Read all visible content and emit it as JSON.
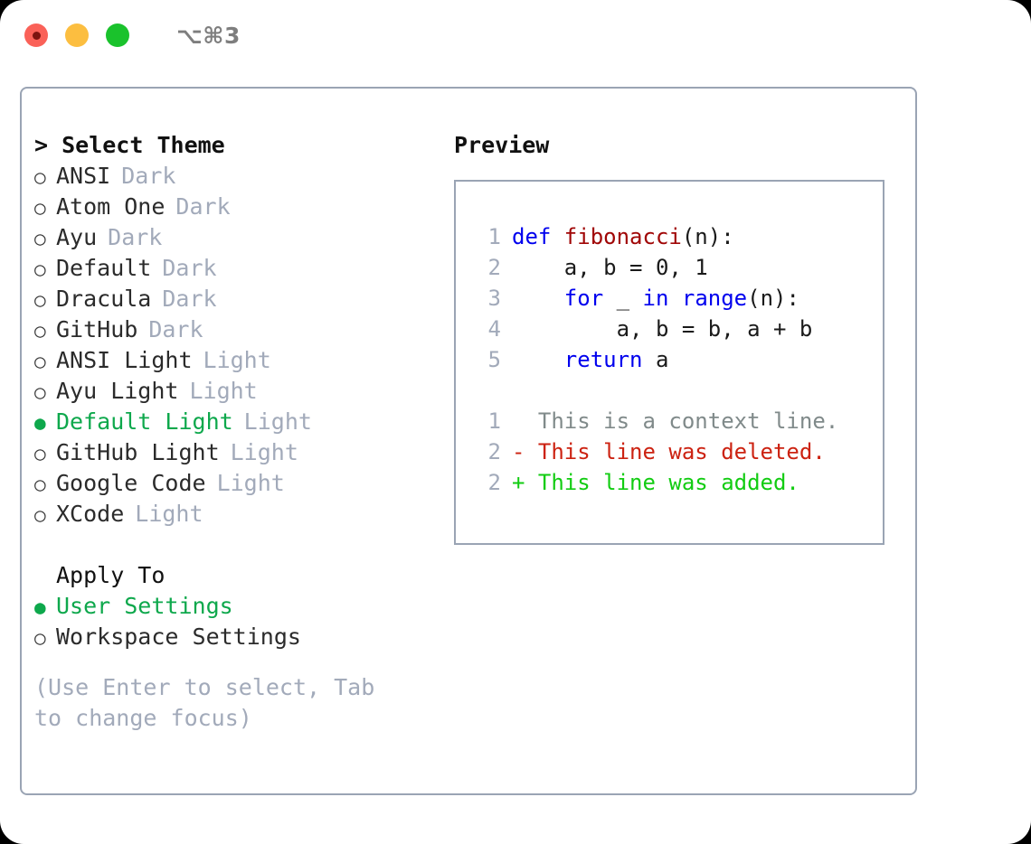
{
  "titlebar": {
    "shortcut": "⌥⌘3",
    "buttons": [
      {
        "name": "close",
        "color": "#fa6158"
      },
      {
        "name": "minimize",
        "color": "#fcbe40"
      },
      {
        "name": "zoom",
        "color": "#1ac22c"
      }
    ]
  },
  "left": {
    "title": "> Select Theme",
    "themes": [
      {
        "marker": "○",
        "label": "ANSI",
        "tag": "Dark",
        "selected": false
      },
      {
        "marker": "○",
        "label": "Atom One",
        "tag": "Dark",
        "selected": false
      },
      {
        "marker": "○",
        "label": "Ayu",
        "tag": "Dark",
        "selected": false
      },
      {
        "marker": "○",
        "label": "Default",
        "tag": "Dark",
        "selected": false
      },
      {
        "marker": "○",
        "label": "Dracula",
        "tag": "Dark",
        "selected": false
      },
      {
        "marker": "○",
        "label": "GitHub",
        "tag": "Dark",
        "selected": false
      },
      {
        "marker": "○",
        "label": "ANSI Light",
        "tag": "Light",
        "selected": false
      },
      {
        "marker": "○",
        "label": "Ayu Light",
        "tag": "Light",
        "selected": false
      },
      {
        "marker": "●",
        "label": "Default Light",
        "tag": "Light",
        "selected": true
      },
      {
        "marker": "○",
        "label": "GitHub Light",
        "tag": "Light",
        "selected": false
      },
      {
        "marker": "○",
        "label": "Google Code",
        "tag": "Light",
        "selected": false
      },
      {
        "marker": "○",
        "label": "XCode",
        "tag": "Light",
        "selected": false
      }
    ],
    "apply_to_title": "Apply To",
    "apply_to": [
      {
        "marker": "●",
        "label": "User Settings",
        "selected": true
      },
      {
        "marker": "○",
        "label": "Workspace Settings",
        "selected": false
      }
    ],
    "hint": "(Use Enter to select, Tab to change focus)"
  },
  "right": {
    "title": "Preview",
    "code": [
      {
        "no": "1",
        "tokens": [
          {
            "t": "def ",
            "k": "kw"
          },
          {
            "t": "fibonacci",
            "k": "fn"
          },
          {
            "t": "(n):",
            "k": "plain"
          }
        ]
      },
      {
        "no": "2",
        "tokens": [
          {
            "t": "    a, b = 0, 1",
            "k": "plain"
          }
        ]
      },
      {
        "no": "3",
        "tokens": [
          {
            "t": "    ",
            "k": "plain"
          },
          {
            "t": "for",
            "k": "kw"
          },
          {
            "t": " _ ",
            "k": "plain"
          },
          {
            "t": "in",
            "k": "kw"
          },
          {
            "t": " ",
            "k": "plain"
          },
          {
            "t": "range",
            "k": "kw"
          },
          {
            "t": "(n):",
            "k": "plain"
          }
        ]
      },
      {
        "no": "4",
        "tokens": [
          {
            "t": "        a, b = b, a + b",
            "k": "plain"
          }
        ]
      },
      {
        "no": "5",
        "tokens": [
          {
            "t": "    ",
            "k": "plain"
          },
          {
            "t": "return",
            "k": "kw"
          },
          {
            "t": " a",
            "k": "plain"
          }
        ]
      }
    ],
    "diff": [
      {
        "no": "1",
        "text": "  This is a context line.",
        "kind": "ctx"
      },
      {
        "no": "2",
        "text": "- This line was deleted.",
        "kind": "del"
      },
      {
        "no": "2",
        "text": "+ This line was added.",
        "kind": "add"
      }
    ]
  },
  "colors": {
    "selection_green": "#0ea84c",
    "diff_add_green": "#12cc12",
    "diff_del_red": "#cc2211",
    "keyword_blue": "#0000ee",
    "function_red": "#a00606",
    "muted_gray": "#a2aaba",
    "border_gray": "#9aa4b4"
  }
}
